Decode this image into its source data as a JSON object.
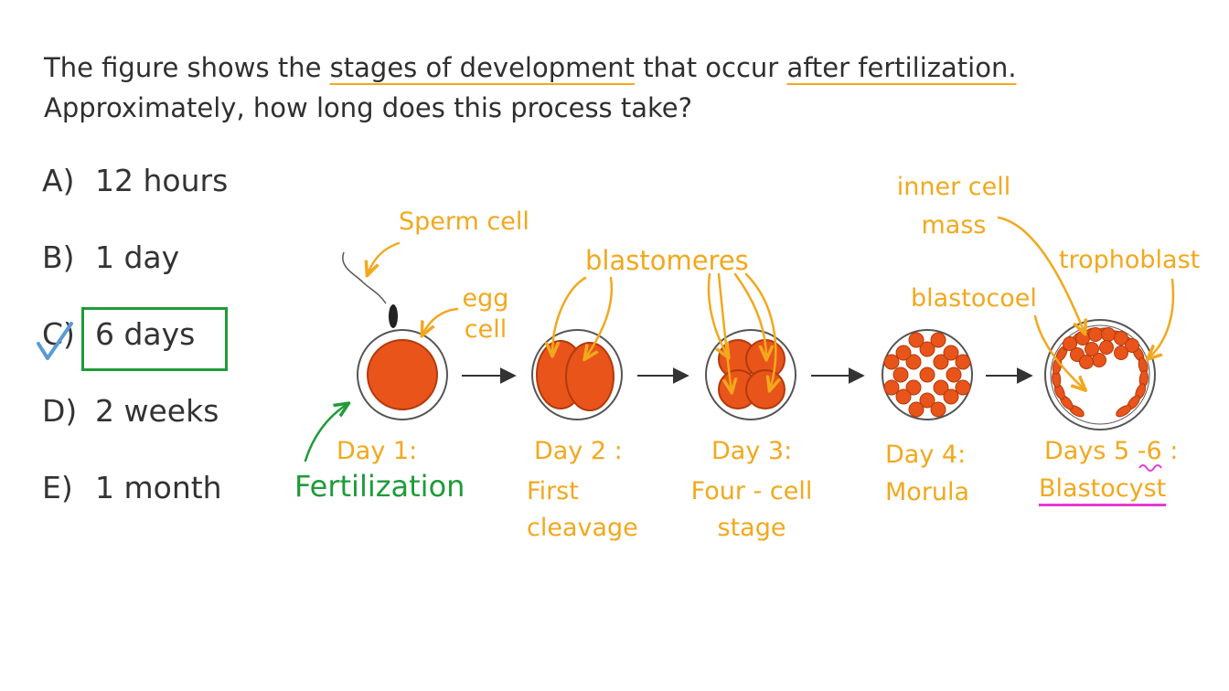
{
  "question": {
    "line1_pre": "The figure shows the",
    "line1_ul1": "stages of development",
    "line1_mid": "that occur",
    "line1_ul2": "after fertilization.",
    "line2": "Approximately, how long does this process take?"
  },
  "choices": [
    {
      "letter": "A)",
      "text": "12 hours"
    },
    {
      "letter": "B)",
      "text": "1 day"
    },
    {
      "letter": "C)",
      "text": "6 days"
    },
    {
      "letter": "D)",
      "text": "2 weeks"
    },
    {
      "letter": "E)",
      "text": "1 month"
    }
  ],
  "figure": {
    "labels": {
      "sperm_cell": "Sperm cell",
      "egg_cell": "egg cell",
      "blastomeres": "blastomeres",
      "inner_cell_mass": "inner cell mass",
      "trophoblast": "trophoblast",
      "blastocoel": "blastocoel"
    },
    "stages": [
      {
        "day": "Day 1:",
        "name": "Fertilization"
      },
      {
        "day": "Day 2 :",
        "name": "First cleavage"
      },
      {
        "day": "Day 3:",
        "name": "Four - cell stage"
      },
      {
        "day": "Day 4:",
        "name": "Morula"
      },
      {
        "day": "Days 5 -6 :",
        "name": "Blastocyst"
      }
    ]
  },
  "colors": {
    "annotation": "#f2a81d",
    "correct": "#1f9b3a",
    "check": "#5b9bd5",
    "highlight": "#e23bd4",
    "cell": "#e8541a"
  }
}
